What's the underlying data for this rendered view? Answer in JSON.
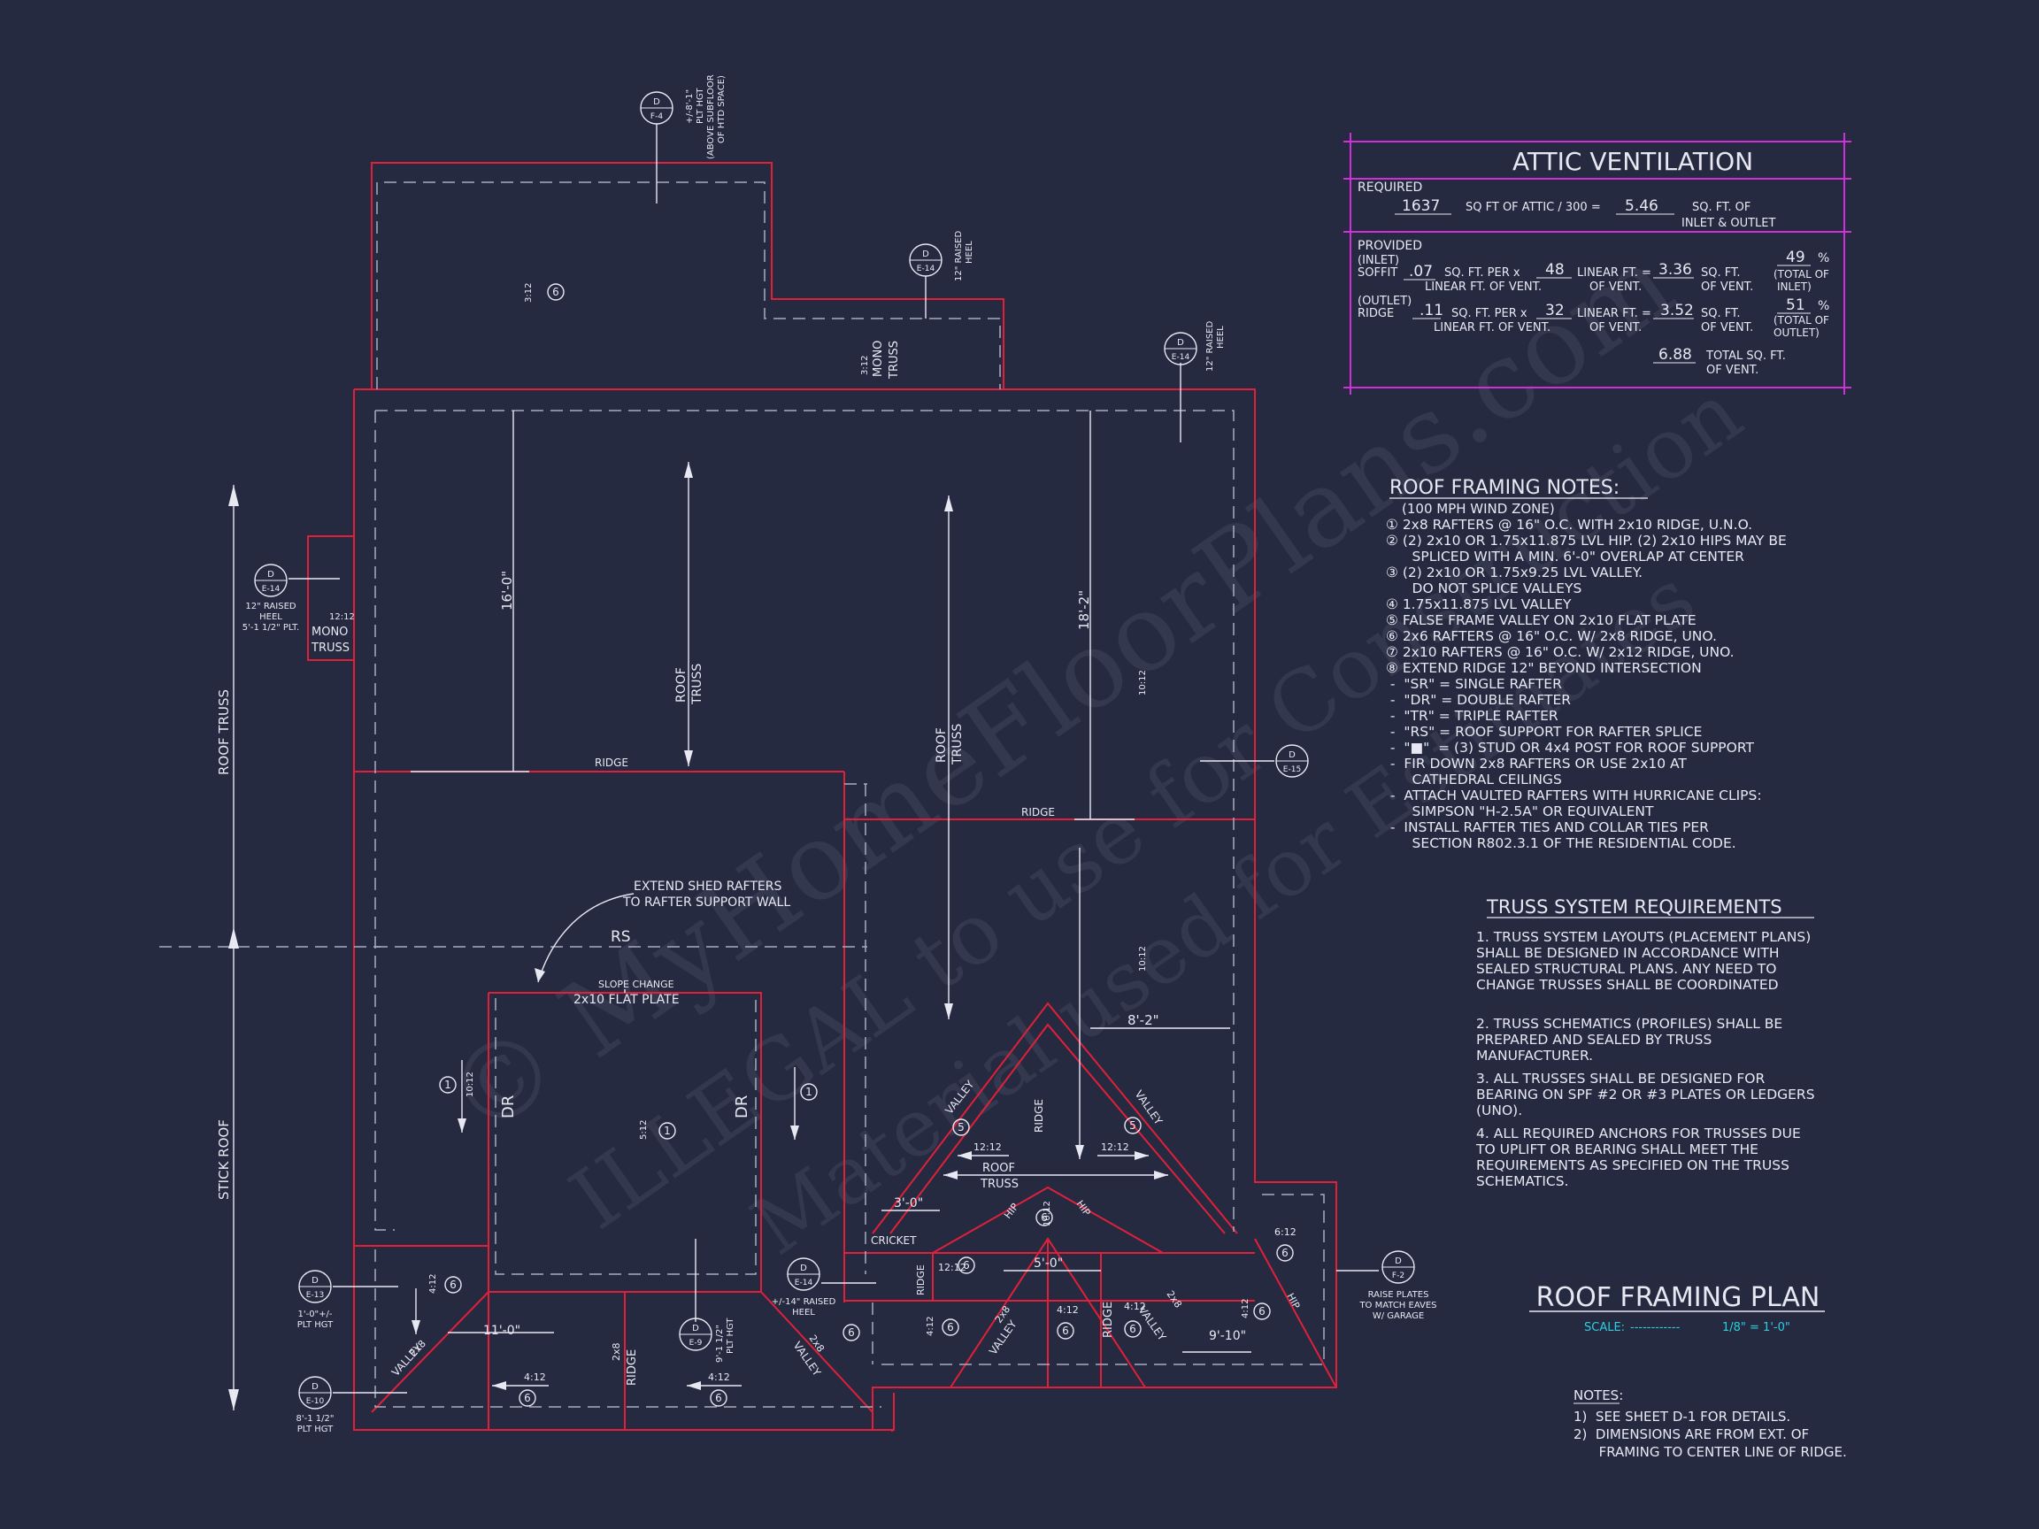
{
  "colors": {
    "background": "#262a40",
    "wall_red": "#e0203a",
    "dashed_line": "#a8acc0",
    "text": "#e8e8f2",
    "ventilation_border": "#d030d8",
    "scale_cyan": "#2ad0e0"
  },
  "watermark": {
    "line1": "© MyHomeFloorPlans.com",
    "line2": "ILLEGAL to use for Construction",
    "line3": "Material used for Estimates"
  },
  "attic_ventilation": {
    "title": "ATTIC VENTILATION",
    "required_label": "REQUIRED",
    "sq_ft_attic": "1637",
    "attic_formula": "SQ FT OF ATTIC / 300 =",
    "required_value": "5.46",
    "sq_ft_of": "SQ. FT. OF",
    "inlet_outlet": "INLET & OUTLET",
    "provided_label": "PROVIDED",
    "inlet_label": "(INLET)",
    "soffit_label": "SOFFIT",
    "soffit_sqft_per": ".07",
    "sq_ft_per": "SQ. FT. PER x",
    "soffit_linear_ft": "48",
    "linear_ft_eq": "LINEAR FT. =",
    "soffit_total": "3.36",
    "sq_ft": "SQ. FT.",
    "linear_ft_of_vent": "LINEAR FT. OF VENT.",
    "of_vent": "OF VENT.",
    "inlet_pct": "49",
    "pct": "%",
    "total_of": "(TOTAL OF",
    "inlet_close": "INLET)",
    "outlet_label": "(OUTLET)",
    "ridge_label": "RIDGE",
    "ridge_sqft_per": ".11",
    "ridge_linear_ft": "32",
    "ridge_total": "3.52",
    "outlet_pct": "51",
    "outlet_close": "OUTLET)",
    "grand_total": "6.88",
    "total_sq_ft": "TOTAL SQ. FT.",
    "of_vent_end": "OF VENT."
  },
  "roof_notes": {
    "title": "ROOF FRAMING NOTES:",
    "subtitle": "(100 MPH WIND ZONE)",
    "lines": [
      "① 2x8 RAFTERS @ 16\" O.C. WITH 2x10 RIDGE, U.N.O.",
      "② (2) 2x10 OR 1.75x11.875 LVL HIP. (2) 2x10 HIPS MAY BE",
      "      SPLICED WITH A MIN. 6'-0\" OVERLAP AT CENTER",
      "③ (2) 2x10 OR 1.75x9.25 LVL VALLEY.",
      "      DO NOT SPLICE VALLEYS",
      "④ 1.75x11.875 LVL VALLEY",
      "⑤ FALSE FRAME VALLEY ON 2x10 FLAT PLATE",
      "⑥ 2x6 RAFTERS @ 16\" O.C. W/ 2x8 RIDGE, UNO.",
      "⑦ 2x10 RAFTERS @ 16\" O.C. W/ 2x12 RIDGE, UNO.",
      "⑧ EXTEND RIDGE 12\" BEYOND INTERSECTION",
      " -  \"SR\" = SINGLE RAFTER",
      " -  \"DR\" = DOUBLE RAFTER",
      " -  \"TR\" = TRIPLE RAFTER",
      " -  \"RS\" = ROOF SUPPORT FOR RAFTER SPLICE",
      " -  \"■\"  = (3) STUD OR 4x4 POST FOR ROOF SUPPORT",
      " -  FIR DOWN 2x8 RAFTERS OR USE 2x10 AT",
      "      CATHEDRAL CEILINGS",
      " -  ATTACH VAULTED RAFTERS WITH HURRICANE CLIPS:",
      "      SIMPSON \"H-2.5A\" OR EQUIVALENT",
      " -  INSTALL RAFTER TIES AND COLLAR TIES PER",
      "      SECTION R802.3.1 OF THE RESIDENTIAL CODE."
    ]
  },
  "truss_requirements": {
    "title": "TRUSS SYSTEM REQUIREMENTS",
    "paragraphs": [
      [
        "1. TRUSS SYSTEM LAYOUTS (PLACEMENT PLANS)",
        "SHALL BE DESIGNED IN ACCORDANCE WITH",
        "SEALED STRUCTURAL PLANS. ANY NEED TO",
        "CHANGE TRUSSES SHALL BE COORDINATED"
      ],
      [
        "2. TRUSS SCHEMATICS (PROFILES) SHALL BE",
        "PREPARED AND SEALED BY TRUSS",
        "MANUFACTURER."
      ],
      [
        "3. ALL TRUSSES SHALL BE DESIGNED FOR",
        "BEARING ON SPF #2 OR #3 PLATES OR LEDGERS",
        "(UNO)."
      ],
      [
        "4. ALL REQUIRED ANCHORS FOR TRUSSES DUE",
        "TO UPLIFT OR BEARING SHALL MEET THE",
        "REQUIREMENTS AS SPECIFIED ON THE TRUSS",
        "SCHEMATICS."
      ]
    ]
  },
  "plan_title": {
    "title": "ROOF FRAMING PLAN",
    "scale_label": "SCALE:",
    "scale_dashes": "------------",
    "scale_value": "1/8\" = 1'-0\""
  },
  "notes": {
    "title": "NOTES:",
    "lines": [
      "1)  SEE SHEET D-1 FOR DETAILS.",
      "2)  DIMENSIONS ARE FROM EXT. OF",
      "      FRAMING TO CENTER LINE OF RIDGE."
    ]
  },
  "drawing_labels": {
    "roof_truss_left": "ROOF TRUSS",
    "stick_roof_left": "STICK ROOF",
    "dim_16_0": "16'-0\"",
    "dim_18_2": "18'-2\"",
    "dim_8_2": "8'-2\"",
    "dim_3_0": "3'-0\"",
    "dim_5_0": "5'-0\"",
    "dim_11_0": "11'-0\"",
    "dim_9_10": "9'-10\"",
    "ridge": "RIDGE",
    "rs": "RS",
    "slope_change": "SLOPE CHANGE",
    "flat_plate": "2x10 FLAT PLATE",
    "extend_shed_1": "EXTEND SHED RAFTERS",
    "extend_shed_2": "TO RAFTER SUPPORT WALL",
    "roof": "ROOF",
    "truss": "TRUSS",
    "dr": "DR",
    "mono_truss": "MONO TRUSS",
    "mono": "MONO",
    "valley": "VALLEY",
    "hip": "HIP",
    "cricket": "CRICKET",
    "two_x8": "2x8",
    "pitch_12_12": "12:12",
    "pitch_10_12": "10:12",
    "pitch_4_12": "4:12",
    "pitch_3_12": "3:12",
    "pitch_5_12": "5:12",
    "pitch_6_12": "6:12",
    "note_1": "1",
    "note_5": "5",
    "note_6": "6",
    "d": "D",
    "e14": "E-14",
    "e13": "E-13",
    "e15": "E-15",
    "e10": "E-10",
    "e9": "E-9",
    "f2": "F-2",
    "f4": "F-4",
    "raised_heel_12": "12\" RAISED",
    "heel": "HEEL",
    "plt_5_1": "5'-1 1/2\" PLT.",
    "plt_1_0_a": "1'-0\"+/-",
    "plt_hgt": "PLT HGT",
    "plt_8_1": "8'-1 1/2\"",
    "plt_9_1": "9'-1 1/2\"",
    "raised_heel_14": "+/-14\" RAISED",
    "raise_plates_1": "RAISE PLATES",
    "raise_plates_2": "TO MATCH EAVES",
    "raise_plates_3": "W/ GARAGE",
    "top_callout_1": "+/-8'-1\"",
    "top_callout_2": "PLT HGT",
    "top_callout_3": "(ABOVE SUBFLOOR",
    "top_callout_4": "OF HTD SPACE)"
  }
}
